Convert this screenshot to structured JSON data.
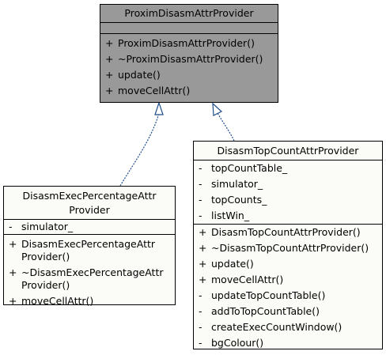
{
  "base": {
    "name": "ProximDisasmAttrProvider",
    "attributes": [],
    "methods": [
      {
        "vis": "+",
        "text": "ProximDisasmAttrProvider()"
      },
      {
        "vis": "+",
        "text": "~ProximDisasmAttrProvider()"
      },
      {
        "vis": "+",
        "text": "update()"
      },
      {
        "vis": "+",
        "text": "moveCellAttr()"
      }
    ]
  },
  "exec": {
    "name_line1": "DisasmExecPercentageAttr",
    "name_line2": "Provider",
    "attributes": [
      {
        "vis": "-",
        "text": "simulator_"
      }
    ],
    "methods": [
      {
        "vis": "+",
        "text": "DisasmExecPercentageAttr Provider()"
      },
      {
        "vis": "+",
        "text": "~DisasmExecPercentageAttr Provider()"
      },
      {
        "vis": "+",
        "text": "moveCellAttr()"
      }
    ]
  },
  "top": {
    "name": "DisasmTopCountAttrProvider",
    "attributes": [
      {
        "vis": "-",
        "text": "topCountTable_"
      },
      {
        "vis": "-",
        "text": "simulator_"
      },
      {
        "vis": "-",
        "text": "topCounts_"
      },
      {
        "vis": "-",
        "text": "listWin_"
      }
    ],
    "methods": [
      {
        "vis": "+",
        "text": "DisasmTopCountAttrProvider()"
      },
      {
        "vis": "+",
        "text": "~DisasmTopCountAttrProvider()"
      },
      {
        "vis": "+",
        "text": "update()"
      },
      {
        "vis": "+",
        "text": "moveCellAttr()"
      },
      {
        "vis": "-",
        "text": "updateTopCountTable()"
      },
      {
        "vis": "-",
        "text": "addToTopCountTable()"
      },
      {
        "vis": "-",
        "text": "createExecCountWindow()"
      },
      {
        "vis": "-",
        "text": "bgColour()"
      }
    ]
  },
  "colors": {
    "base_fill": "#999999",
    "derived_fill": "#fbfbf7",
    "edge": "#1f4e8c"
  }
}
